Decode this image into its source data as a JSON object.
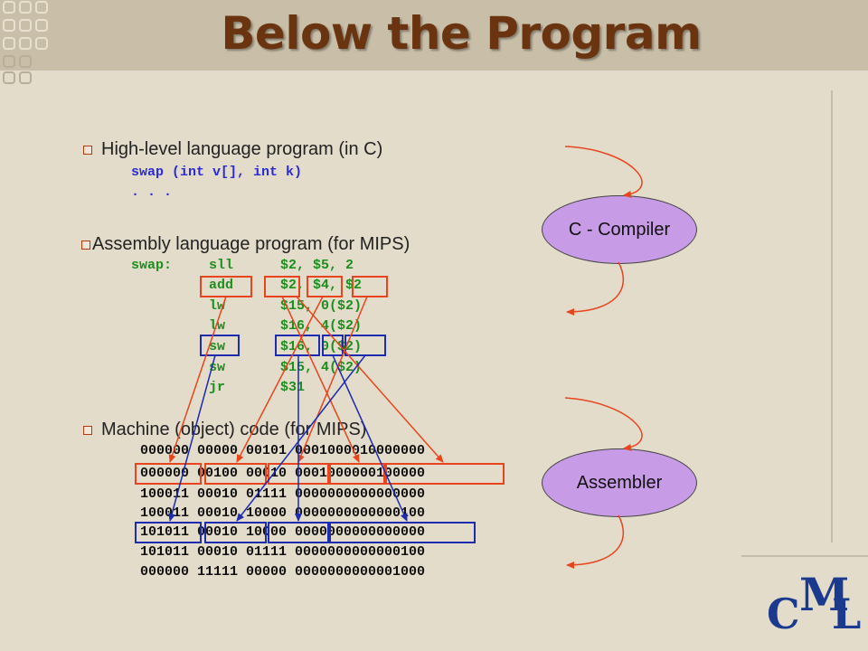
{
  "slide": {
    "title": "Below the Program",
    "bullets": [
      {
        "text": "High-level language program (in C)"
      },
      {
        "text": "Assembly language program (for MIPS)"
      },
      {
        "text": "Machine (object) code (for MIPS)"
      }
    ],
    "c_code": [
      "swap (int v[], int k)",
      ". . ."
    ],
    "asm": {
      "label": "swap:",
      "rows": [
        {
          "op": "sll",
          "args": "$2, $5, 2"
        },
        {
          "op": "add",
          "args": "$2, $4, $2"
        },
        {
          "op": "lw",
          "args": "$15, 0($2)"
        },
        {
          "op": "lw",
          "args": "$16, 4($2)"
        },
        {
          "op": "sw",
          "args": "$16, 0($2)"
        },
        {
          "op": "sw",
          "args": "$15, 4($2)"
        },
        {
          "op": "jr",
          "args": "$31"
        }
      ]
    },
    "machine_code": [
      "000000 00000 00101 0001000010000000",
      "000000 00100 00010 0001000000100000",
      "100011 00010 01111 0000000000000000",
      "100011 00010 10000 0000000000000100",
      "101011 00010 10000 0000000000000000",
      "101011 00010 01111 0000000000000100",
      "000000 11111 00000 0000000000001000"
    ],
    "tools": {
      "compiler": "C - Compiler",
      "assembler": "Assembler"
    },
    "logo": {
      "c": "C",
      "m": "M",
      "l": "L"
    },
    "colors": {
      "title": "#6b3410",
      "asm_text": "#1c8f1c",
      "c_text": "#2a2ad6",
      "red_box": "#e8451e",
      "blue_box": "#1c2bb0",
      "oval": "#c89be6"
    }
  }
}
